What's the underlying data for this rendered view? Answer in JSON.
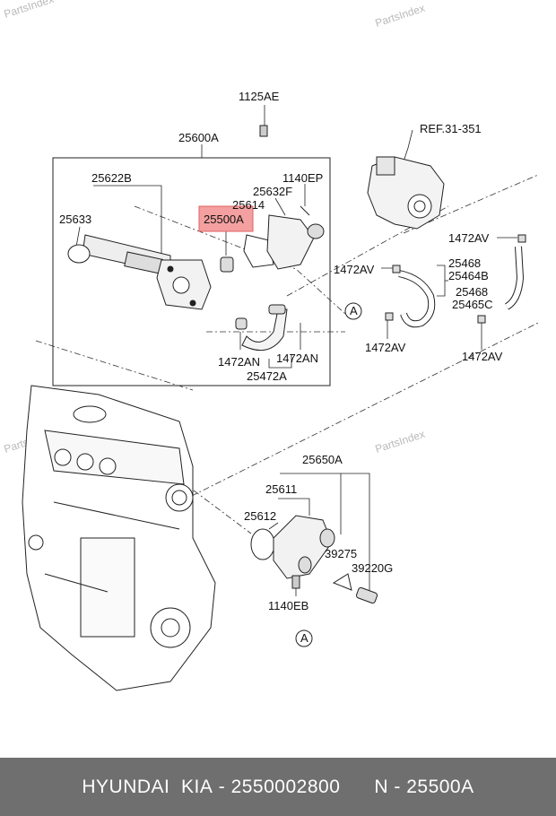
{
  "watermark": {
    "text": "PartsIndex"
  },
  "diagram": {
    "labels": {
      "p1125AE": "1125AE",
      "p25600A": "25600A",
      "p25622B": "25622B",
      "p25633": "25633",
      "p25500A": "25500A",
      "p25614": "25614",
      "p25632F": "25632F",
      "p1140EP": "1140EP",
      "ref": "REF.31-351",
      "p1472AV_a": "1472AV",
      "p1472AV_b": "1472AV",
      "p1472AV_c": "1472AV",
      "p1472AV_d": "1472AV",
      "p25468_a": "25468",
      "p25464B": "25464B",
      "p25468_b": "25468",
      "p25465C": "25465C",
      "p1472AN_a": "1472AN",
      "p1472AN_b": "1472AN",
      "p25472A": "25472A",
      "p25650A": "25650A",
      "p25611": "25611",
      "p25612": "25612",
      "p39275": "39275",
      "p39220G": "39220G",
      "p1140EB": "1140EB",
      "markerA1": "A",
      "markerA2": "A"
    },
    "highlight_color": "#f08080"
  },
  "footer": {
    "brand": "HYUNDAI  KIA",
    "part_number": "2550002800",
    "code": "N - 25500A",
    "background": "#6f6f6f"
  }
}
